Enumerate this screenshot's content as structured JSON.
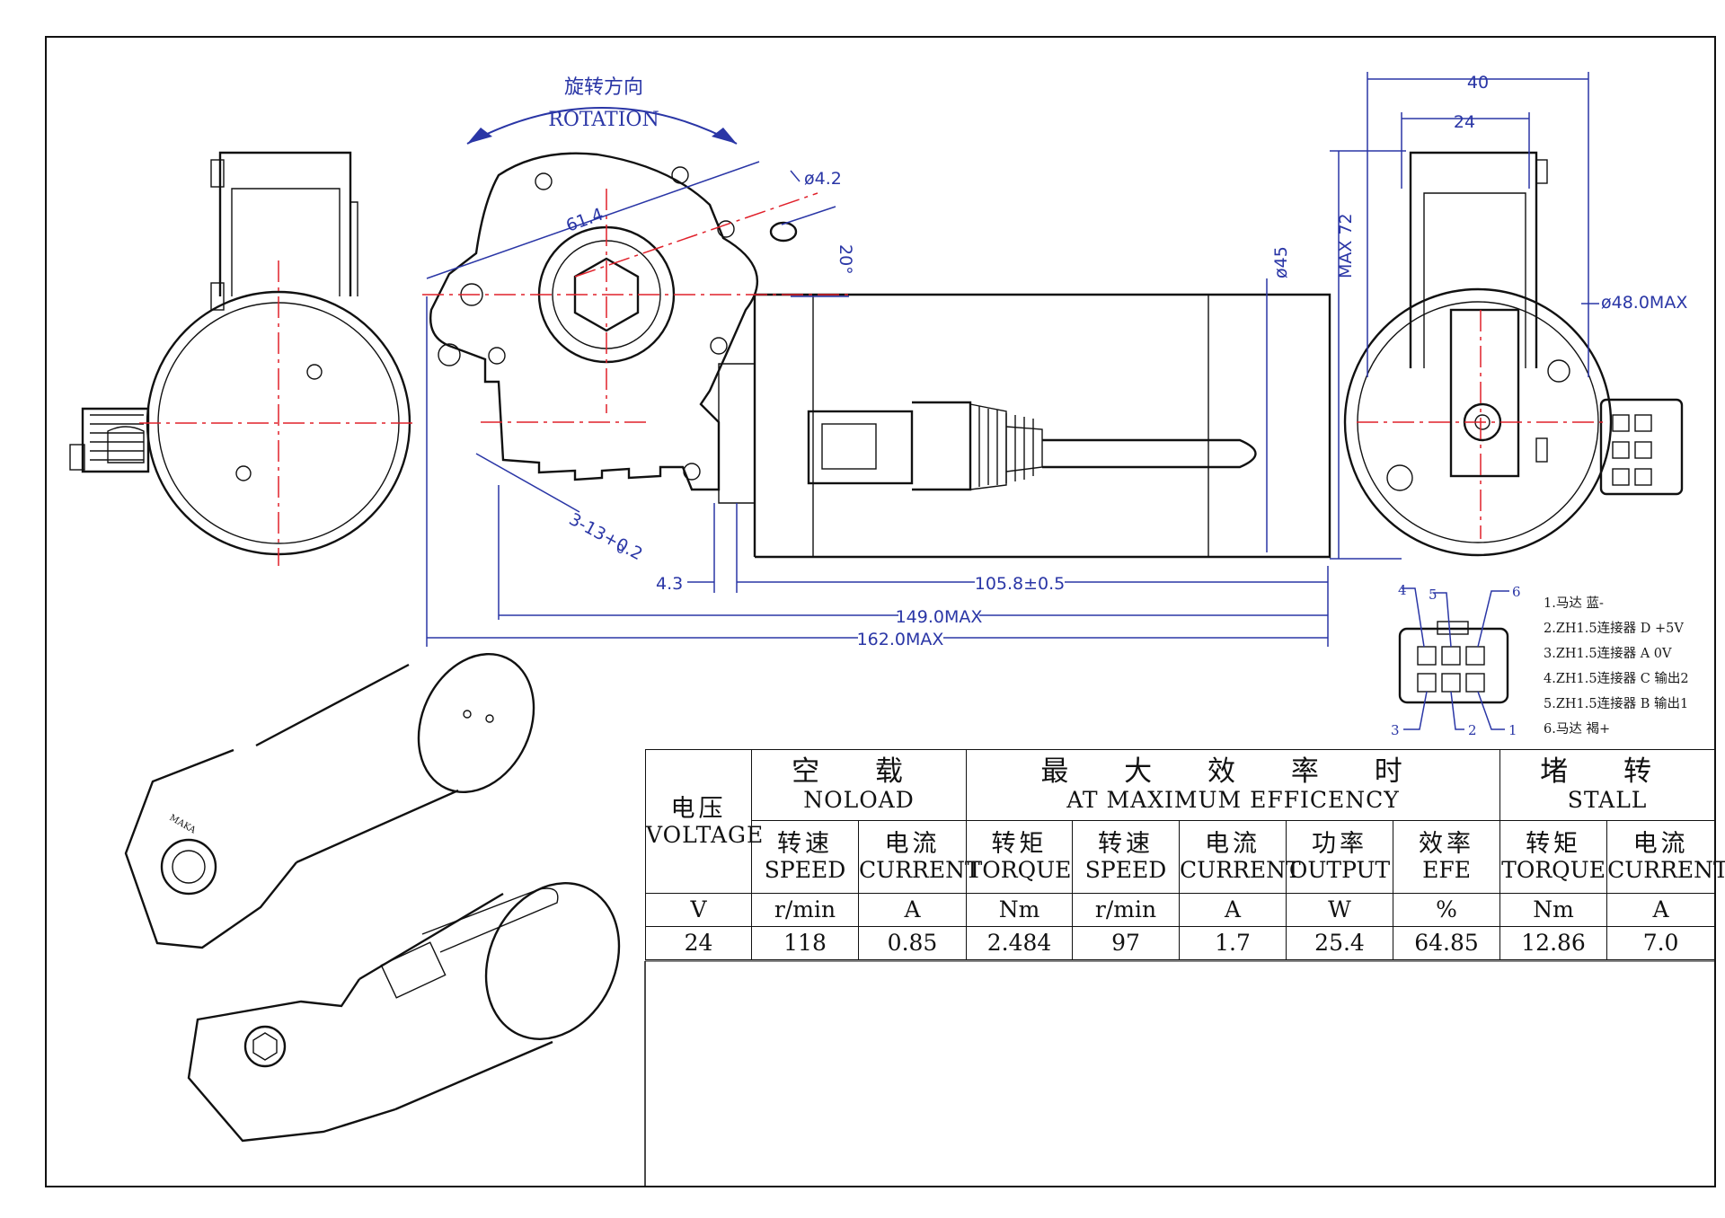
{
  "labels": {
    "rotation_cn": "旋转方向",
    "rotation_en": "ROTATION",
    "dim_61_4": "61.4",
    "dim_hole": "ø4.2",
    "dim_angle": "20°",
    "dim_diameter_45": "ø45",
    "dim_max72": "MAX 72",
    "dim_40": "40",
    "dim_24": "24",
    "dim_diameter_48": "ø48.0MAX",
    "dim_shaft": "3-13+0.2",
    "dim_shaft_tol": "0",
    "dim_4_3": "4.3",
    "dim_105_8": "105.8±0.5",
    "dim_149": "149.0MAX",
    "dim_162": "162.0MAX",
    "brand_mark": "MAKA"
  },
  "connector": {
    "pins_top": [
      "4",
      "5",
      "6"
    ],
    "pins_bottom": [
      "3",
      "2",
      "1"
    ],
    "legend": [
      "1.马达 蓝-",
      "2.ZH1.5连接器 D +5V",
      "3.ZH1.5连接器 A 0V",
      "4.ZH1.5连接器 C 输出2",
      "5.ZH1.5连接器 B 输出1",
      "6.马达 褐+"
    ]
  },
  "table": {
    "voltage_cn": "电压",
    "voltage_en": "VOLTAGE",
    "groups": [
      {
        "cn": "空 载",
        "en": "NOLOAD"
      },
      {
        "cn": "最 大 效 率 时",
        "en": "AT MAXIMUM EFFICENCY"
      },
      {
        "cn": "堵 转",
        "en": "STALL"
      }
    ],
    "columns": [
      {
        "cn": "转速",
        "en": "SPEED",
        "unit": "r/min",
        "value": "118"
      },
      {
        "cn": "电流",
        "en": "CURRENT",
        "unit": "A",
        "value": "0.85"
      },
      {
        "cn": "转矩",
        "en": "TORQUE",
        "unit": "Nm",
        "value": "2.484"
      },
      {
        "cn": "转速",
        "en": "SPEED",
        "unit": "r/min",
        "value": "97"
      },
      {
        "cn": "电流",
        "en": "CURRENT",
        "unit": "A",
        "value": "1.7"
      },
      {
        "cn": "功率",
        "en": "OUTPUT",
        "unit": "W",
        "value": "25.4"
      },
      {
        "cn": "效率",
        "en": "EFE",
        "unit": "%",
        "value": "64.85"
      },
      {
        "cn": "转矩",
        "en": "TORQUE",
        "unit": "Nm",
        "value": "12.86"
      },
      {
        "cn": "电流",
        "en": "CURRENT",
        "unit": "A",
        "value": "7.0"
      }
    ],
    "voltage_unit": "V",
    "voltage_value": "24"
  }
}
